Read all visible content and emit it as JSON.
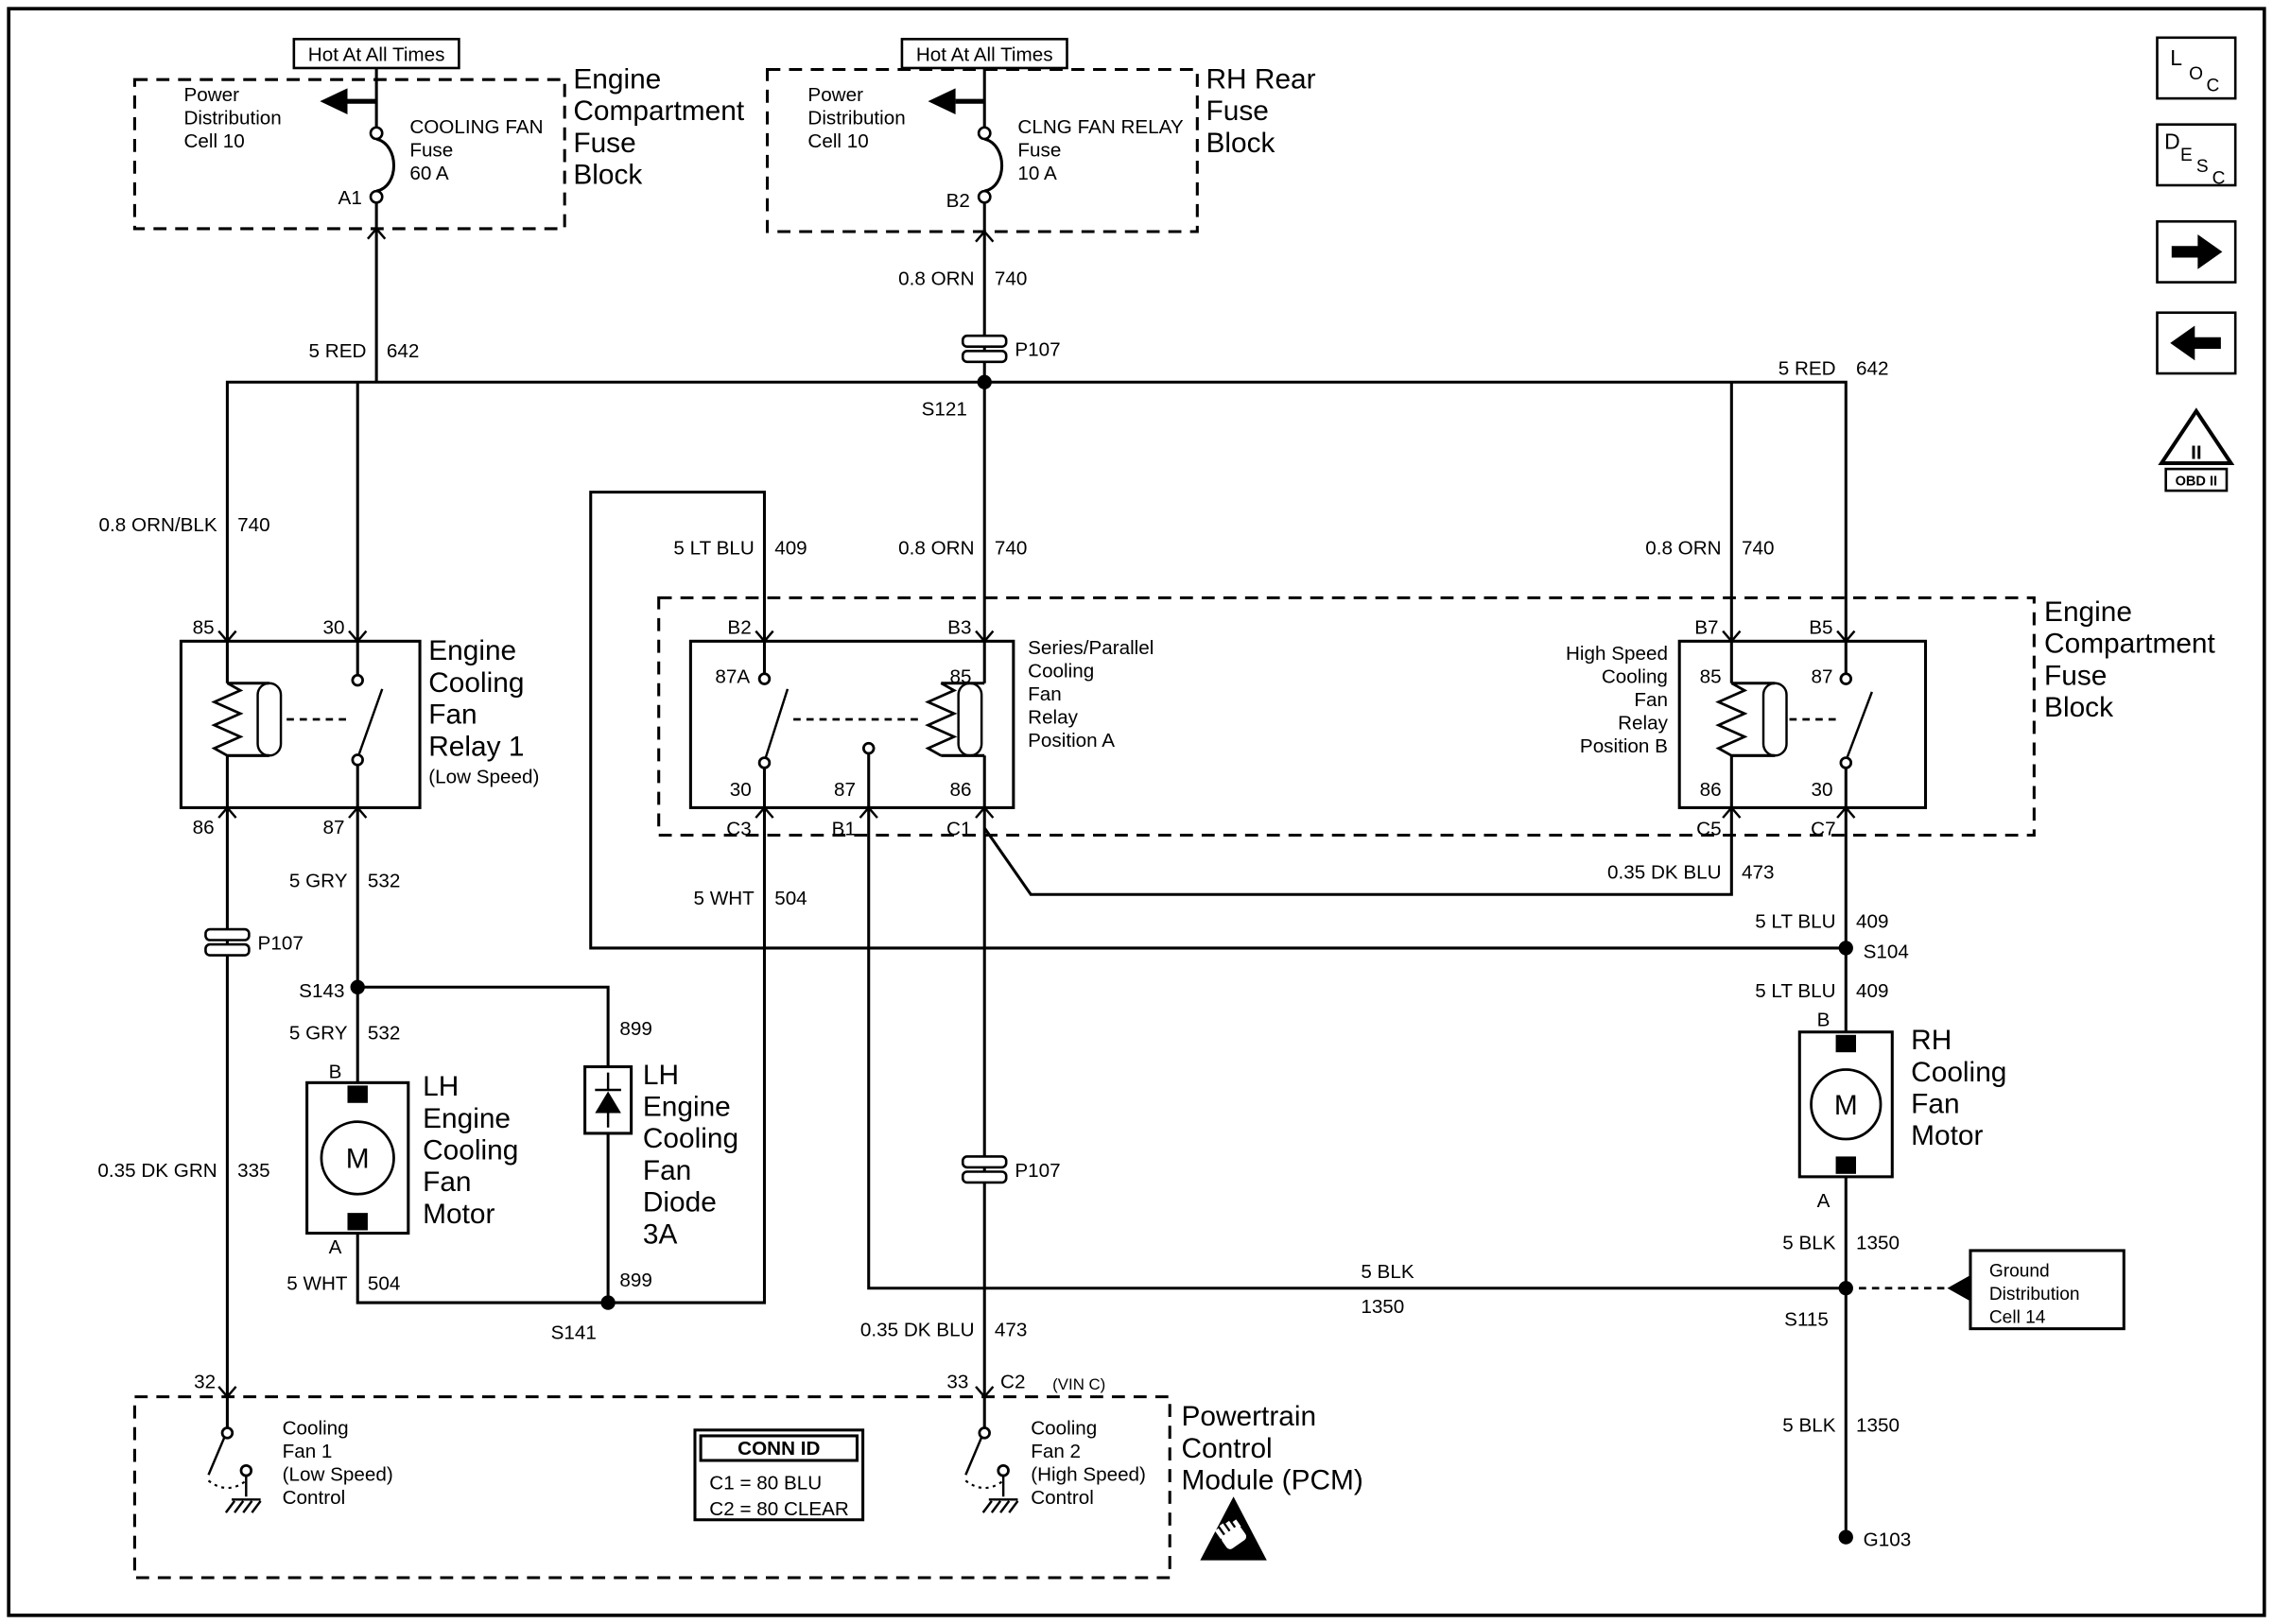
{
  "power_left": {
    "hot": "Hot At All Times",
    "source": [
      "Power",
      "Distribution",
      "Cell 10"
    ],
    "fuse": [
      "COOLING FAN",
      "Fuse",
      "60 A"
    ],
    "pin": "A1",
    "block": [
      "Engine",
      "Compartment",
      "Fuse",
      "Block"
    ]
  },
  "power_right": {
    "hot": "Hot At All Times",
    "source": [
      "Power",
      "Distribution",
      "Cell 10"
    ],
    "fuse": [
      "CLNG FAN RELAY",
      "Fuse",
      "10 A"
    ],
    "pin": "B2",
    "block": [
      "RH Rear",
      "Fuse",
      "Block"
    ]
  },
  "wires": {
    "orn_b2": {
      "gc": "0.8 ORN",
      "ckt": "740"
    },
    "red_left": {
      "gc": "5 RED",
      "ckt": "642"
    },
    "red_right": {
      "gc": "5 RED",
      "ckt": "642"
    },
    "ornblk_85": {
      "gc": "0.8 ORN/BLK",
      "ckt": "740"
    },
    "ltblu_sp": {
      "gc": "5 LT BLU",
      "ckt": "409"
    },
    "orn_mid": {
      "gc": "0.8 ORN",
      "ckt": "740"
    },
    "orn_right": {
      "gc": "0.8 ORN",
      "ckt": "740"
    },
    "gry_upper": {
      "gc": "5 GRY",
      "ckt": "532"
    },
    "gry_lower": {
      "gc": "5 GRY",
      "ckt": "532"
    },
    "dkgrn": {
      "gc": "0.35 DK GRN",
      "ckt": "335"
    },
    "wht_lower": {
      "gc": "5 WHT",
      "ckt": "504"
    },
    "wht_upper": {
      "gc": "5 WHT",
      "ckt": "504"
    },
    "dkblu_right": {
      "gc": "0.35 DK BLU",
      "ckt": "473"
    },
    "dkblu_pcm": {
      "gc": "0.35 DK BLU",
      "ckt": "473"
    },
    "ltblu_up": {
      "gc": "5 LT BLU",
      "ckt": "409"
    },
    "ltblu_dn": {
      "gc": "5 LT BLU",
      "ckt": "409"
    },
    "blk_mid": {
      "gc": "5 BLK",
      "ckt": "1350"
    },
    "blk_s115": {
      "gc": "5 BLK",
      "ckt": "1350"
    },
    "blk_g103": {
      "gc": "5 BLK",
      "ckt": "1350"
    },
    "diode_up": "899",
    "diode_dn": "899"
  },
  "connectors": {
    "p107_top": "P107",
    "p107_left": "P107",
    "p107_mid": "P107"
  },
  "splices": {
    "s121": "S121",
    "s143": "S143",
    "s141": "S141",
    "s104": "S104",
    "s115": "S115",
    "g103": "G103"
  },
  "relay1": {
    "pins": {
      "p85": "85",
      "p30": "30",
      "p86": "86",
      "p87": "87"
    },
    "label": [
      "Engine",
      "Cooling",
      "Fan",
      "Relay 1"
    ],
    "sub": "(Low Speed)"
  },
  "sp_relay": {
    "pins_top": {
      "b2": "B2",
      "b3": "B3"
    },
    "pins_in": {
      "p87a": "87A",
      "p85": "85",
      "p30": "30",
      "p87": "87",
      "p86": "86"
    },
    "pins_bot": {
      "c3": "C3",
      "b1": "B1",
      "c1": "C1"
    },
    "label": [
      "Series/Parallel",
      "Cooling",
      "Fan",
      "Relay",
      "Position A"
    ]
  },
  "hs_relay": {
    "pins_top": {
      "b7": "B7",
      "b5": "B5"
    },
    "pins_in": {
      "p85": "85",
      "p87": "87",
      "p86": "86",
      "p30": "30"
    },
    "pins_bot": {
      "c5": "C5",
      "c7": "C7"
    },
    "label": [
      "High Speed",
      "Cooling",
      "Fan",
      "Relay",
      "Position B"
    ]
  },
  "fuse_block_right": {
    "label": [
      "Engine",
      "Compartment",
      "Fuse",
      "Block"
    ]
  },
  "lh_motor": {
    "b": "B",
    "a": "A",
    "m": "M",
    "label": [
      "LH",
      "Engine",
      "Cooling",
      "Fan",
      "Motor"
    ]
  },
  "lh_diode": {
    "label": [
      "LH",
      "Engine",
      "Cooling",
      "Fan",
      "Diode",
      "3A"
    ]
  },
  "rh_motor": {
    "b": "B",
    "a": "A",
    "m": "M",
    "label": [
      "RH",
      "Cooling",
      "Fan",
      "Motor"
    ]
  },
  "pcm": {
    "pin32": "32",
    "pin33": "33",
    "pin33_conn": "C2",
    "pin33_note": "(VIN C)",
    "fan1": [
      "Cooling",
      "Fan 1",
      "(Low Speed)",
      "Control"
    ],
    "fan2": [
      "Cooling",
      "Fan 2",
      "(High Speed)",
      "Control"
    ],
    "conn_id": {
      "header": "CONN ID",
      "rows": [
        "C1 = 80 BLU",
        "C2 = 80 CLEAR"
      ]
    },
    "label": [
      "Powertrain",
      "Control",
      "Module (PCM)"
    ]
  },
  "ground_dist": {
    "label": [
      "Ground",
      "Distribution",
      "Cell 14"
    ]
  },
  "nav": {
    "loc": [
      "L",
      "O",
      "C"
    ],
    "desc": [
      "D",
      "E",
      "S",
      "C"
    ],
    "obd_mark": "II",
    "obd_label": "OBD II"
  }
}
